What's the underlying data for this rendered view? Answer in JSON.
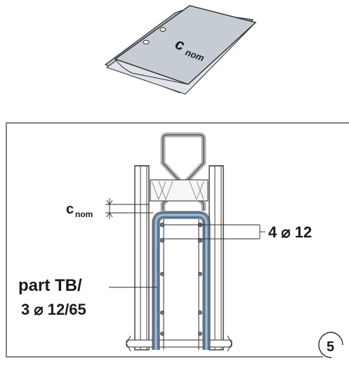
{
  "booklet": {
    "label_main": "c",
    "label_sub": "nom"
  },
  "detail": {
    "cnom_main": "c",
    "cnom_sub": "nom",
    "top_callout": "4 ⌀ 12",
    "side_callout_line1": "part TB/",
    "side_callout_line2": "3 ⌀ 12/65",
    "step_number": "5"
  },
  "colors": {
    "rebar": "#5b7896",
    "rebar_light": "#a9bccd",
    "booklet": "#c6ccd3",
    "booklet_dark": "#8f98a2",
    "outline": "#2b2b2b"
  }
}
